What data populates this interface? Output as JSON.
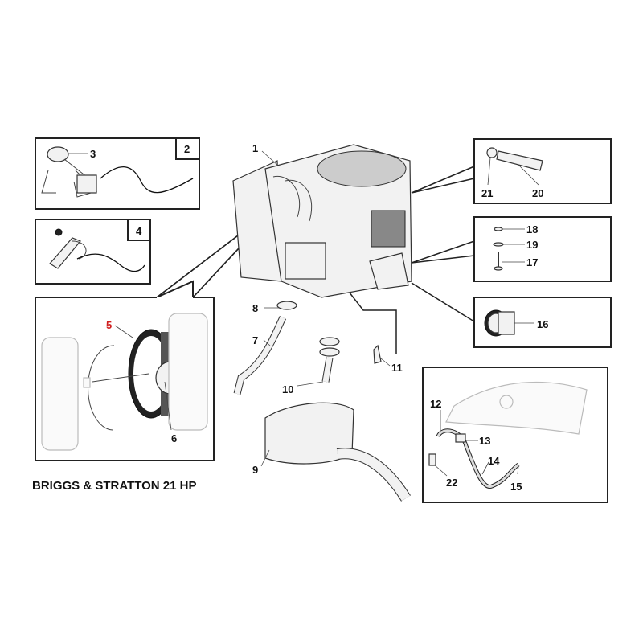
{
  "title": "BRIGGS & STRATTON 21 HP",
  "highlight_color": "#d02020",
  "callouts": {
    "p1": "1",
    "p2": "2",
    "p3": "3",
    "p4": "4",
    "p5": "5",
    "p6": "6",
    "p7": "7",
    "p8": "8",
    "p9": "9",
    "p10": "10",
    "p11": "11",
    "p12": "12",
    "p13": "13",
    "p14": "14",
    "p15": "15",
    "p16": "16",
    "p17": "17",
    "p18": "18",
    "p19": "19",
    "p20": "20",
    "p21": "21",
    "p22": "22"
  }
}
